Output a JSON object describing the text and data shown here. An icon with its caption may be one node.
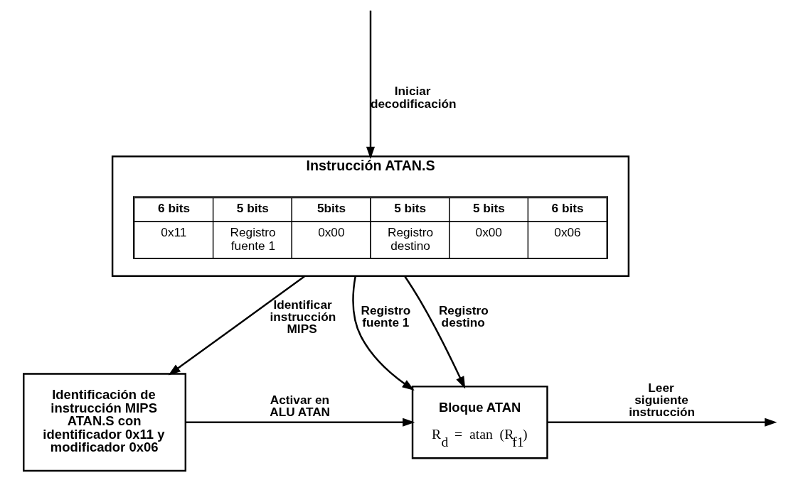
{
  "diagram": {
    "nodes": [
      {
        "text": [
          "Instrucción ATAN.S"
        ]
      },
      {
        "text": [
          "Identificación de instrucción MIPS ATAN.S con identificador 0x11 y modificador 0x06"
        ]
      },
      {
        "text": [
          "Bloque ATAN",
          "R$_{d}$ = atan (R$_{f1}$)"
        ]
      }
    ],
    "edges": [
      {
        "from": null,
        "to": 0,
        "arrow": "to",
        "label": "Iniciar decodificación"
      },
      {
        "from": 0,
        "to": 1,
        "arrow": "to",
        "label": "Identificar instrucción MIPS"
      },
      {
        "from": 0,
        "to": 2,
        "arrow": "to",
        "label": "Registro fuente 1"
      },
      {
        "from": 0,
        "to": 2,
        "arrow": "to",
        "label": "Registro destino"
      },
      {
        "from": 1,
        "to": 2,
        "arrow": "to",
        "label": "Activar en ALU ATAN"
      },
      {
        "from": 2,
        "to": null,
        "arrow": "to",
        "label": "Leer siguiente instrucción"
      }
    ],
    "labels": [
      "6 bits",
      "5 bits",
      "5bits",
      "5 bits",
      "5 bits",
      "6 bits",
      "0x11",
      "Registro fuente 1",
      "0x00",
      "Registro destino",
      "0x00",
      "0x06"
    ]
  }
}
